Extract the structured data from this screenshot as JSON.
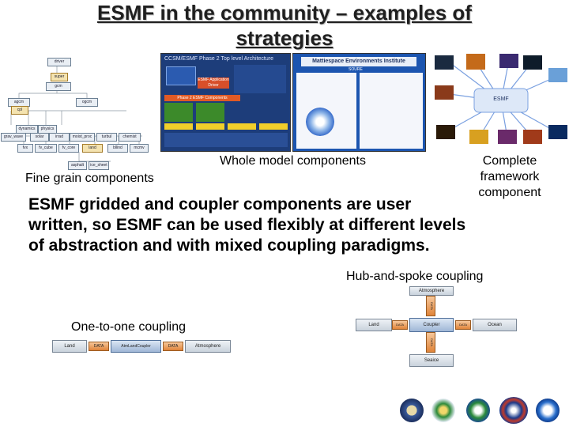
{
  "slide": {
    "title_line1": "ESMF in the community – examples of",
    "title_line2": "strategies",
    "body": "ESMF gridded and coupler components are user written, so ESMF can be used flexibly at different levels of abstraction and with mixed coupling paradigms."
  },
  "captions": {
    "fine_grain": "Fine grain components",
    "whole_model": "Whole model components",
    "framework_1": "Complete",
    "framework_2": "framework",
    "framework_3": "component",
    "hub_spoke": "Hub-and-spoke coupling",
    "one_to_one": "One-to-one coupling"
  },
  "whole_model": {
    "panel1_header": "CCSM/ESMF Phase 2 Top level Architecture",
    "panel1_center": "ESMF Application Driver",
    "panel1_bar": "Phase 2 ESMF Components",
    "panel2_header": "Mattiespace Environments Institute",
    "panel2_sub": "SOURE"
  },
  "framework": {
    "hub_label": "ESMF"
  },
  "hub_diagram": {
    "top": "Atmosphere",
    "left": "Land",
    "center": "Coupler",
    "right": "Ocean",
    "bottom": "Seaice",
    "conn_left": "DATA",
    "conn_right": "DATA",
    "conn_top": "DATA",
    "conn_bottom": "DATA"
  },
  "one_to_one": {
    "land": "Land",
    "data1": "DATA",
    "coupler": "AtmLandCoupler",
    "data2": "DATA",
    "atm": "Atmosphere"
  },
  "logos": [
    "dod-seal",
    "nsf-logo",
    "doe-logo",
    "nasa-logo",
    "noaa-logo"
  ]
}
